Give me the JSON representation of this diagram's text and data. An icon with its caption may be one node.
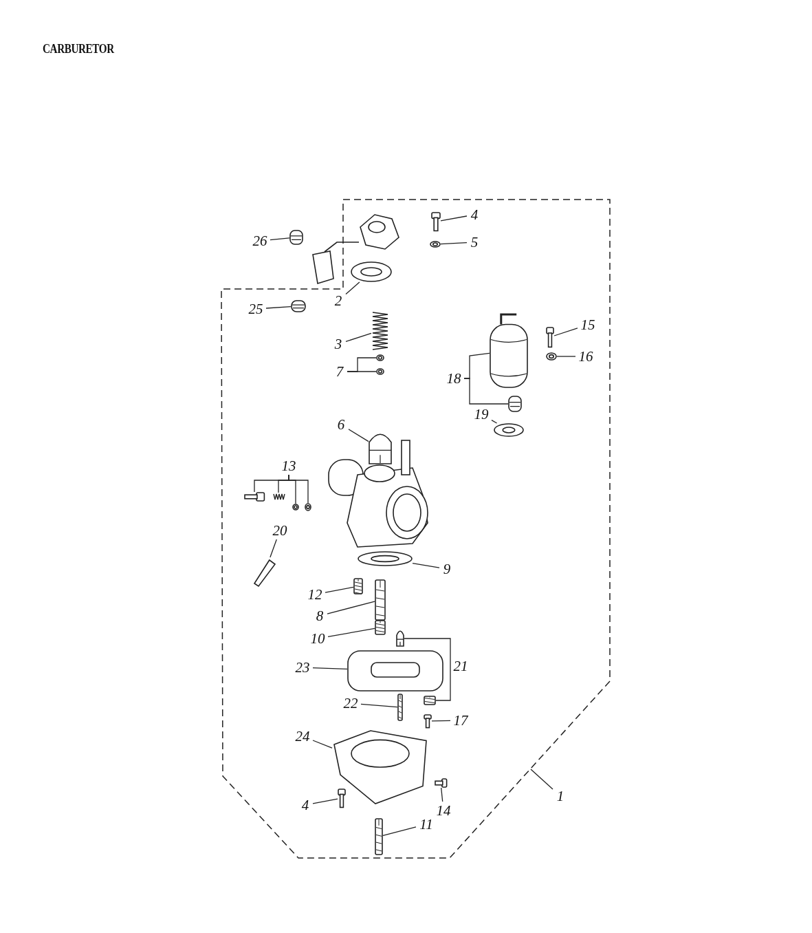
{
  "diagram": {
    "title": "CARBURETOR",
    "nodes": [
      {
        "text": [],
        "shape": "box"
      },
      {
        "text": [
          "26"
        ]
      },
      {
        "text": [],
        "shape": "picture"
      },
      {
        "text": [
          "4"
        ],
        "in": 0
      },
      {
        "text": [],
        "shape": "picture",
        "in": 0
      },
      {
        "text": [
          "5"
        ],
        "in": 0
      },
      {
        "text": [],
        "shape": "picture",
        "in": 0
      },
      {
        "text": [
          "25"
        ],
        "in": 0
      },
      {
        "text": [],
        "shape": "picture",
        "in": 0
      },
      {
        "text": [
          "2"
        ],
        "in": 0
      },
      {
        "text": [],
        "shape": "picture",
        "in": 0
      },
      {
        "text": [
          "15"
        ],
        "in": 0
      },
      {
        "text": [],
        "shape": "picture",
        "in": 0
      },
      {
        "text": [
          "3"
        ],
        "in": 0
      },
      {
        "text": [],
        "shape": "picture",
        "in": 0
      },
      {
        "text": [
          "16"
        ],
        "in": 0
      },
      {
        "text": [],
        "shape": "picture",
        "in": 0
      },
      {
        "text": [
          "7"
        ],
        "in": 0
      },
      {
        "text": [],
        "shape": "picture",
        "in": 0
      },
      {
        "text": [],
        "shape": "picture",
        "in": 0
      },
      {
        "text": [
          "18"
        ],
        "in": 0
      },
      {
        "text": [],
        "shape": "picture",
        "in": 0
      },
      {
        "text": [],
        "shape": "picture",
        "in": 0
      },
      {
        "text": [
          "6"
        ],
        "in": 0
      },
      {
        "text": [],
        "shape": "picture",
        "in": 0
      },
      {
        "text": [
          "19"
        ],
        "in": 0
      },
      {
        "text": [],
        "shape": "picture",
        "in": 0
      },
      {
        "text": [
          "13"
        ],
        "in": 0
      },
      {
        "text": [],
        "shape": "picture",
        "in": 0
      },
      {
        "text": [],
        "shape": "picture",
        "in": 0
      },
      {
        "text": [],
        "shape": "picture",
        "in": 0
      },
      {
        "text": [],
        "shape": "picture",
        "in": 0
      },
      {
        "text": [
          "20"
        ],
        "in": 0
      },
      {
        "text": [],
        "shape": "picture",
        "in": 0
      },
      {
        "text": [
          "9"
        ],
        "in": 0
      },
      {
        "text": [],
        "shape": "picture",
        "in": 0
      },
      {
        "text": [
          "12"
        ],
        "in": 0
      },
      {
        "text": [],
        "shape": "picture",
        "in": 0
      },
      {
        "text": [
          "8"
        ],
        "in": 0
      },
      {
        "text": [],
        "shape": "picture",
        "in": 0
      },
      {
        "text": [
          "10"
        ],
        "in": 0
      },
      {
        "text": [],
        "shape": "picture",
        "in": 0
      },
      {
        "text": [
          "21"
        ],
        "in": 0
      },
      {
        "text": [],
        "shape": "picture",
        "in": 0
      },
      {
        "text": [],
        "shape": "picture",
        "in": 0
      },
      {
        "text": [
          "23"
        ],
        "in": 0
      },
      {
        "text": [],
        "shape": "picture",
        "in": 0
      },
      {
        "text": [
          "22"
        ],
        "in": 0
      },
      {
        "text": [],
        "shape": "picture",
        "in": 0
      },
      {
        "text": [
          "17"
        ],
        "in": 0
      },
      {
        "text": [],
        "shape": "picture",
        "in": 0
      },
      {
        "text": [
          "24"
        ],
        "in": 0
      },
      {
        "text": [],
        "shape": "picture",
        "in": 0
      },
      {
        "text": [
          "4"
        ],
        "in": 0
      },
      {
        "text": [],
        "shape": "picture",
        "in": 0
      },
      {
        "text": [
          "14"
        ],
        "in": 0
      },
      {
        "text": [],
        "shape": "picture",
        "in": 0
      },
      {
        "text": [
          "11"
        ],
        "in": 0
      },
      {
        "text": [],
        "shape": "picture",
        "in": 0
      },
      {
        "text": [
          "1"
        ]
      }
    ],
    "edges": [
      {
        "from": 1,
        "to": 2,
        "arrow": "none"
      },
      {
        "from": 3,
        "to": 4,
        "arrow": "none"
      },
      {
        "from": 5,
        "to": 6,
        "arrow": "none"
      },
      {
        "from": 7,
        "to": 8,
        "arrow": "none"
      },
      {
        "from": 9,
        "to": 10,
        "arrow": "none"
      },
      {
        "from": 11,
        "to": 12,
        "arrow": "none"
      },
      {
        "from": 13,
        "to": 14,
        "arrow": "none"
      },
      {
        "from": 15,
        "to": 16,
        "arrow": "none"
      },
      {
        "from": 17,
        "to": 18,
        "arrow": "none"
      },
      {
        "from": 17,
        "to": 19,
        "arrow": "none"
      },
      {
        "from": 20,
        "to": 21,
        "arrow": "none"
      },
      {
        "from": 20,
        "to": 22,
        "arrow": "none"
      },
      {
        "from": 23,
        "to": 24,
        "arrow": "none"
      },
      {
        "from": 25,
        "to": 26,
        "arrow": "none"
      },
      {
        "from": 27,
        "to": 28,
        "arrow": "none"
      },
      {
        "from": 27,
        "to": 29,
        "arrow": "none"
      },
      {
        "from": 27,
        "to": 30,
        "arrow": "none"
      },
      {
        "from": 27,
        "to": 31,
        "arrow": "none"
      },
      {
        "from": 32,
        "to": 33,
        "arrow": "none"
      },
      {
        "from": 34,
        "to": 35,
        "arrow": "none"
      },
      {
        "from": 36,
        "to": 37,
        "arrow": "none"
      },
      {
        "from": 38,
        "to": 39,
        "arrow": "none"
      },
      {
        "from": 40,
        "to": 41,
        "arrow": "none"
      },
      {
        "from": 42,
        "to": 43,
        "arrow": "none"
      },
      {
        "from": 42,
        "to": 44,
        "arrow": "none"
      },
      {
        "from": 45,
        "to": 46,
        "arrow": "none"
      },
      {
        "from": 47,
        "to": 48,
        "arrow": "none"
      },
      {
        "from": 49,
        "to": 50,
        "arrow": "none"
      },
      {
        "from": 51,
        "to": 52,
        "arrow": "none"
      },
      {
        "from": 53,
        "to": 54,
        "arrow": "none"
      },
      {
        "from": 55,
        "to": 56,
        "arrow": "none"
      },
      {
        "from": 57,
        "to": 58,
        "arrow": "none"
      },
      {
        "from": 59,
        "to": 0,
        "arrow": "none"
      }
    ]
  }
}
